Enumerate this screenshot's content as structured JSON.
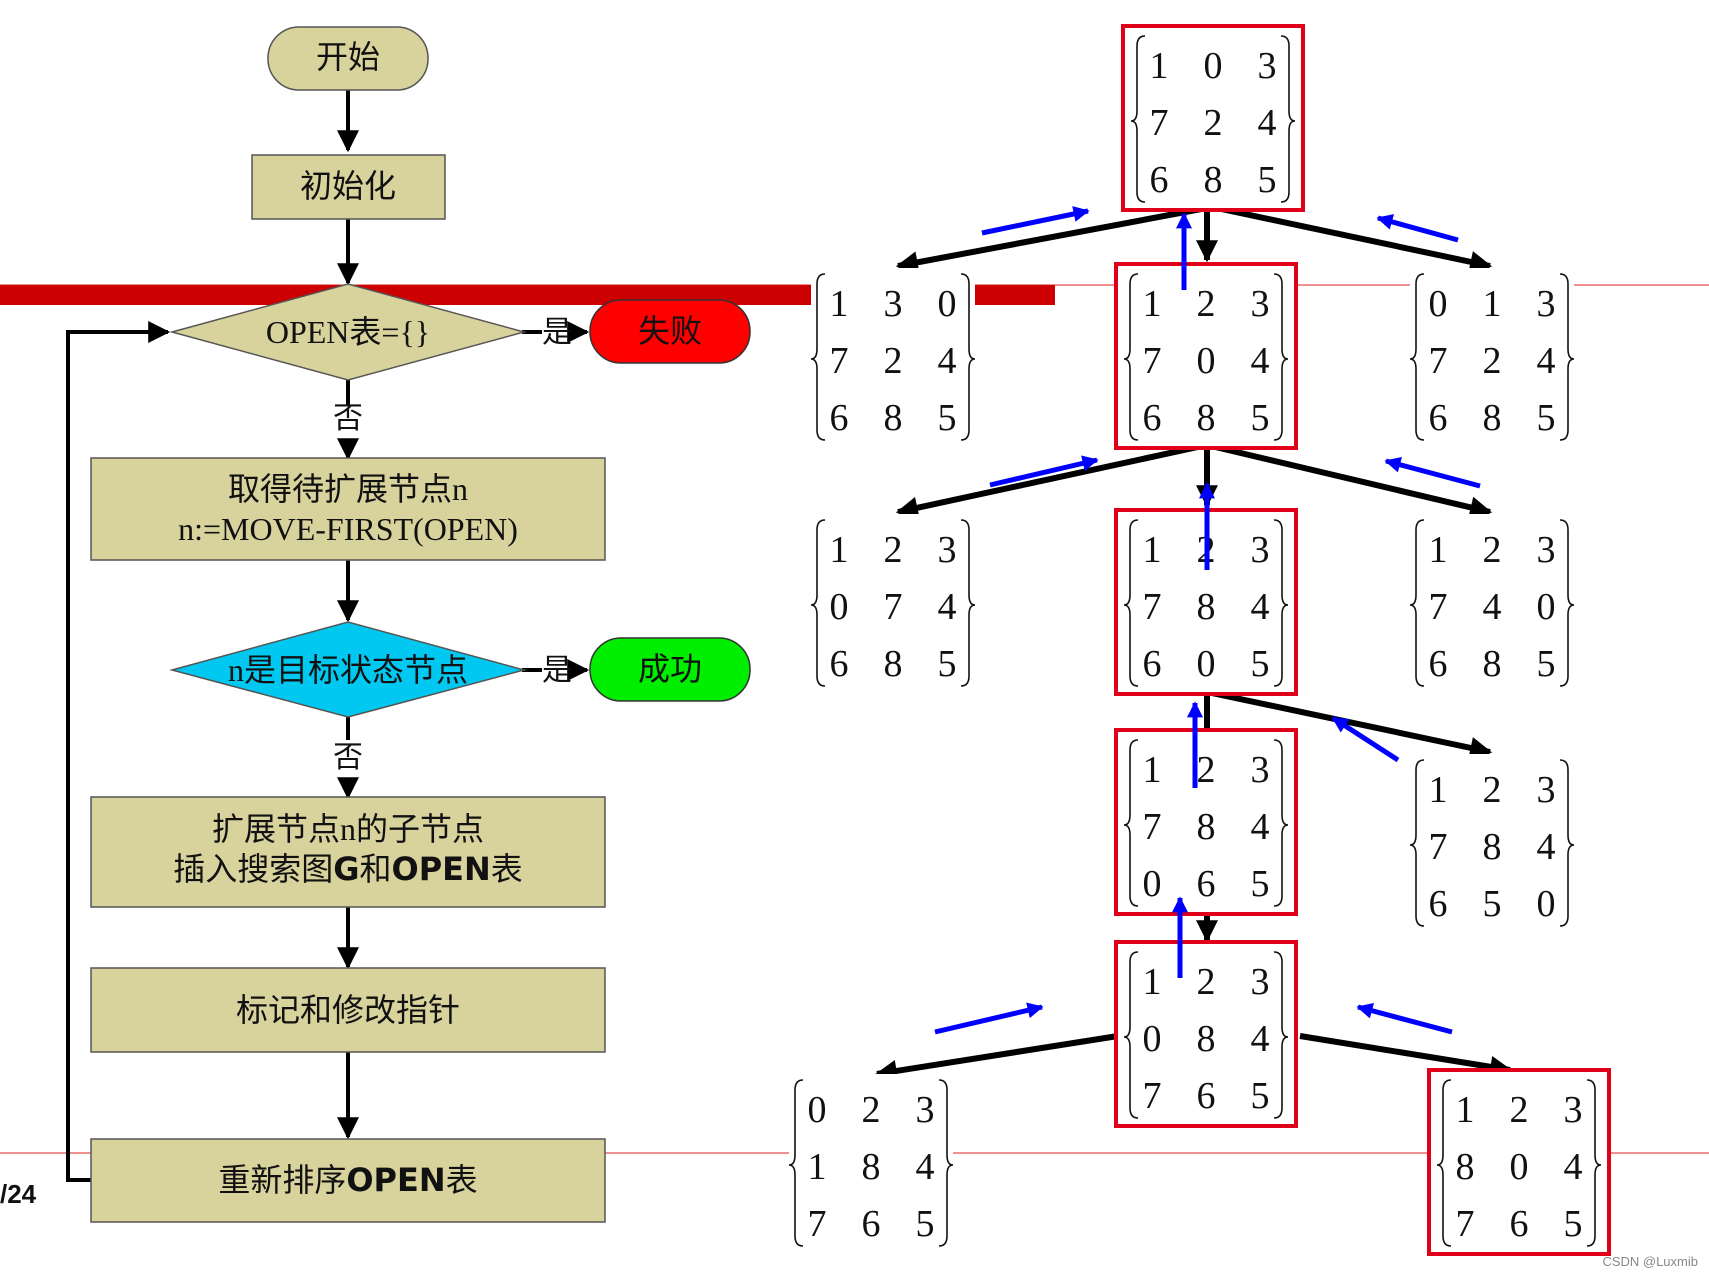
{
  "flowchart": {
    "start": "开始",
    "init": "初始化",
    "check_open": "OPEN表={}",
    "yes1": "是",
    "fail": "失败",
    "no1": "否",
    "take_line1": "取得待扩展节点n",
    "take_line2": "n:=MOVE-FIRST(OPEN)",
    "is_goal": "n是目标状态节点",
    "yes2": "是",
    "success": "成功",
    "no2": "否",
    "expand_line1": "扩展节点n的子节点",
    "expand_line2_a": "插入搜索图",
    "expand_line2_b": "G",
    "expand_line2_c": "和",
    "expand_line2_d": "OPEN",
    "expand_line2_e": "表",
    "mark": "标记和修改指针",
    "reorder_a": "重新排序",
    "reorder_b": "OPEN",
    "reorder_c": "表"
  },
  "page_number": "/24",
  "watermark": "CSDN @Luxmib",
  "matrices": [
    {
      "id": "root",
      "highlighted": true,
      "rows": [
        [
          "1",
          "0",
          "3"
        ],
        [
          "7",
          "2",
          "4"
        ],
        [
          "6",
          "8",
          "5"
        ]
      ]
    },
    {
      "id": "l1_left",
      "highlighted": false,
      "rows": [
        [
          "1",
          "3",
          "0"
        ],
        [
          "7",
          "2",
          "4"
        ],
        [
          "6",
          "8",
          "5"
        ]
      ]
    },
    {
      "id": "l1_mid",
      "highlighted": true,
      "rows": [
        [
          "1",
          "2",
          "3"
        ],
        [
          "7",
          "0",
          "4"
        ],
        [
          "6",
          "8",
          "5"
        ]
      ]
    },
    {
      "id": "l1_right",
      "highlighted": false,
      "rows": [
        [
          "0",
          "1",
          "3"
        ],
        [
          "7",
          "2",
          "4"
        ],
        [
          "6",
          "8",
          "5"
        ]
      ]
    },
    {
      "id": "l2_left",
      "highlighted": false,
      "rows": [
        [
          "1",
          "2",
          "3"
        ],
        [
          "0",
          "7",
          "4"
        ],
        [
          "6",
          "8",
          "5"
        ]
      ]
    },
    {
      "id": "l2_mid",
      "highlighted": true,
      "rows": [
        [
          "1",
          "2",
          "3"
        ],
        [
          "7",
          "8",
          "4"
        ],
        [
          "6",
          "0",
          "5"
        ]
      ]
    },
    {
      "id": "l2_right",
      "highlighted": false,
      "rows": [
        [
          "1",
          "2",
          "3"
        ],
        [
          "7",
          "4",
          "0"
        ],
        [
          "6",
          "8",
          "5"
        ]
      ]
    },
    {
      "id": "l3_mid",
      "highlighted": true,
      "rows": [
        [
          "1",
          "2",
          "3"
        ],
        [
          "7",
          "8",
          "4"
        ],
        [
          "0",
          "6",
          "5"
        ]
      ]
    },
    {
      "id": "l3_right",
      "highlighted": false,
      "rows": [
        [
          "1",
          "2",
          "3"
        ],
        [
          "7",
          "8",
          "4"
        ],
        [
          "6",
          "5",
          "0"
        ]
      ]
    },
    {
      "id": "l4_mid",
      "highlighted": true,
      "rows": [
        [
          "1",
          "2",
          "3"
        ],
        [
          "0",
          "8",
          "4"
        ],
        [
          "7",
          "6",
          "5"
        ]
      ]
    },
    {
      "id": "l5_left",
      "highlighted": false,
      "rows": [
        [
          "0",
          "2",
          "3"
        ],
        [
          "1",
          "8",
          "4"
        ],
        [
          "7",
          "6",
          "5"
        ]
      ]
    },
    {
      "id": "l5_right",
      "highlighted": true,
      "rows": [
        [
          "1",
          "2",
          "3"
        ],
        [
          "8",
          "0",
          "4"
        ],
        [
          "7",
          "6",
          "5"
        ]
      ]
    }
  ],
  "colors": {
    "box_fill": "#d8d29c",
    "goal_diamond": "#00c8f0",
    "fail": "#ff0000",
    "success": "#00ee00",
    "highlight": "#e0001a",
    "trace_arrow": "#0000ff",
    "banner": "#cc0000"
  }
}
